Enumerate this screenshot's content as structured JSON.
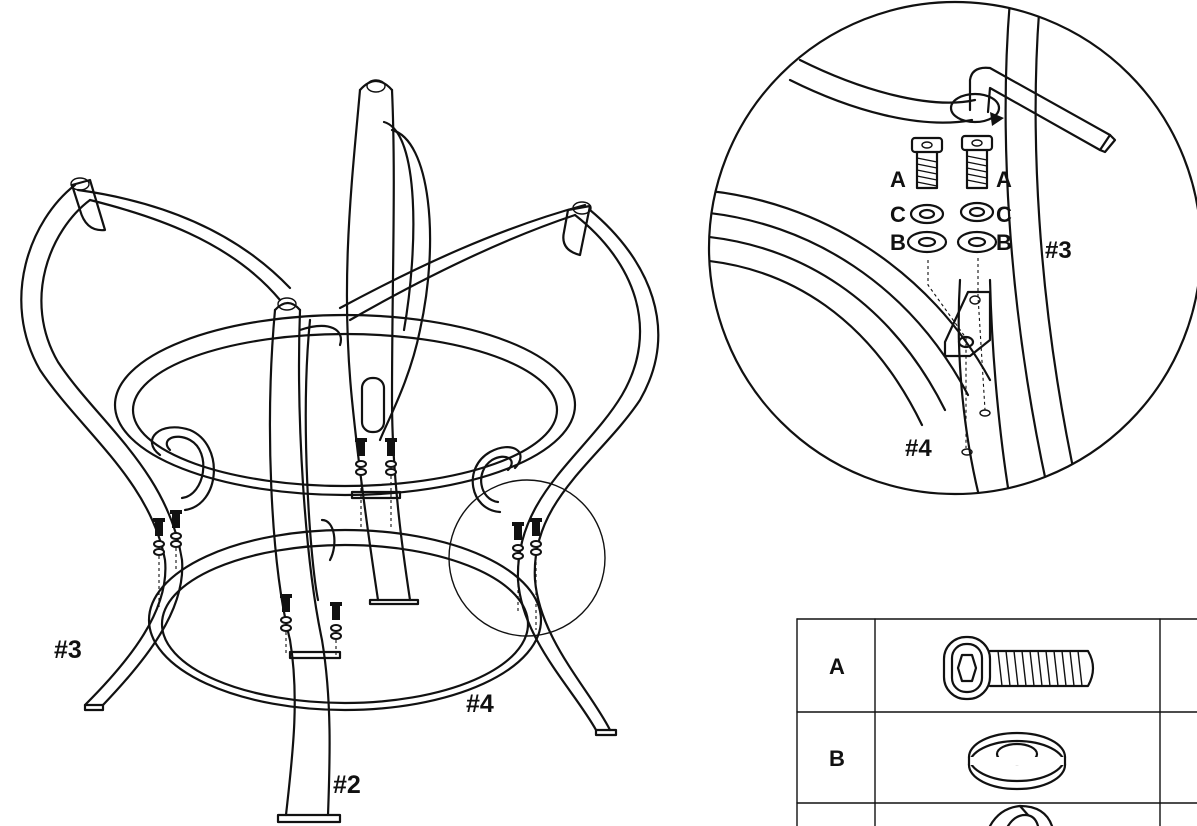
{
  "main_labels": {
    "part_left_leg": "#3",
    "part_ring": "#4",
    "part_front_leg": "#2"
  },
  "detail_labels": {
    "screw_left": "A",
    "screw_right": "A",
    "lock_washer_left": "C",
    "lock_washer_right": "C",
    "flat_washer_left": "B",
    "flat_washer_right": "B",
    "part_leg": "#3",
    "part_ring": "#4"
  },
  "parts_table": {
    "rows": [
      {
        "letter": "A",
        "icon": "hex-socket-screw-icon"
      },
      {
        "letter": "B",
        "icon": "flat-washer-icon"
      },
      {
        "letter": "",
        "icon": "lock-washer-icon"
      }
    ]
  },
  "colors": {
    "ink": "#111111",
    "paper": "#ffffff"
  }
}
